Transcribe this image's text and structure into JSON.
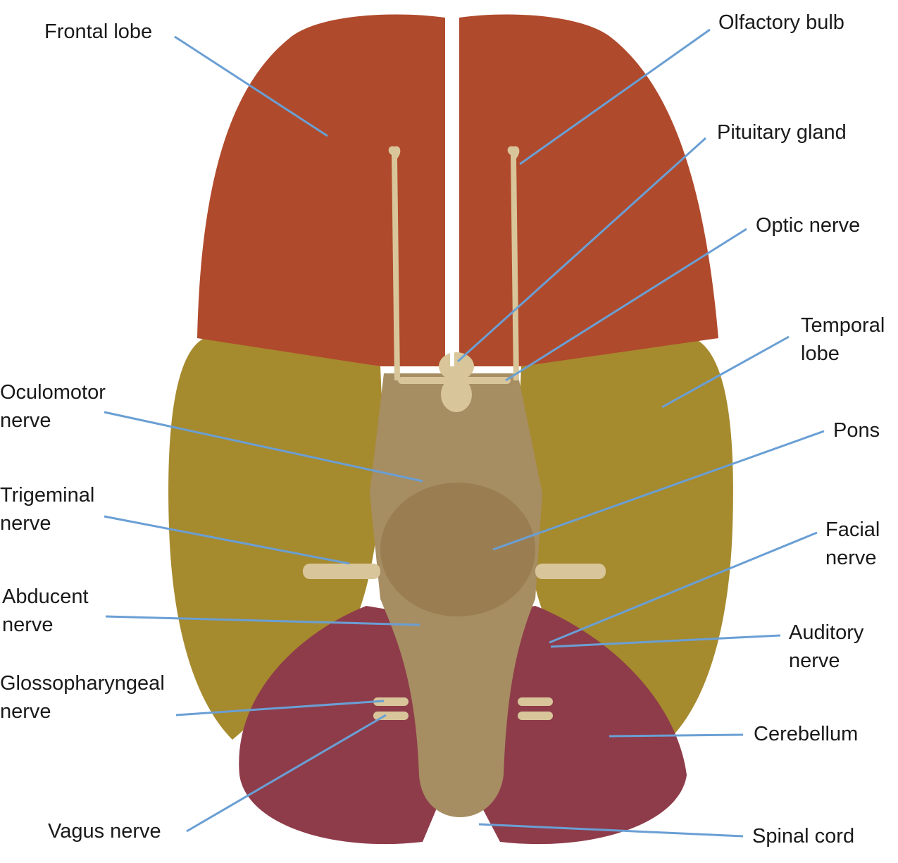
{
  "colors": {
    "leader_line": "#6a9fd4",
    "frontal": "#b04a2c",
    "temporal": "#a68a2e",
    "brainstem": "#a68d62",
    "cerebellum": "#8e3c4a",
    "nerve": "#d8c69a"
  },
  "labels": [
    {
      "id": "frontal-lobe",
      "text": "Frontal lobe"
    },
    {
      "id": "olfactory-bulb",
      "text": "Olfactory bulb"
    },
    {
      "id": "pituitary-gland",
      "text": "Pituitary gland"
    },
    {
      "id": "optic-nerve",
      "text": "Optic nerve"
    },
    {
      "id": "temporal-lobe",
      "text": "Temporal\nlobe"
    },
    {
      "id": "oculomotor-nerve",
      "text": "Oculomotor\nnerve"
    },
    {
      "id": "pons",
      "text": "Pons"
    },
    {
      "id": "trigeminal-nerve",
      "text": "Trigeminal\nnerve"
    },
    {
      "id": "facial-nerve",
      "text": "Facial\nnerve"
    },
    {
      "id": "abducent-nerve",
      "text": "Abducent\nnerve"
    },
    {
      "id": "auditory-nerve",
      "text": "Auditory\nnerve"
    },
    {
      "id": "glossopharyngeal-nerve",
      "text": "Glossopharyngeal\nnerve"
    },
    {
      "id": "cerebellum",
      "text": "Cerebellum"
    },
    {
      "id": "vagus-nerve",
      "text": "Vagus nerve"
    },
    {
      "id": "spinal-cord",
      "text": "Spinal cord"
    }
  ]
}
